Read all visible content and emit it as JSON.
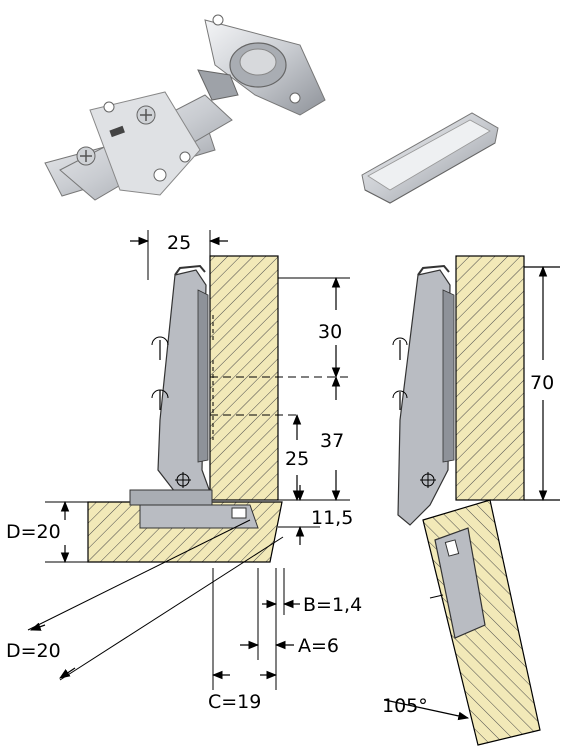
{
  "dimensions": {
    "top_width": "25",
    "upper_spacing": "30",
    "lower_spacing": "37",
    "drill_height": "25",
    "overlay": "11,5",
    "door_thickness": "D=20",
    "door_thickness_diag": "D=20",
    "gap_b": "B=1,4",
    "gap_a": "A=6",
    "cup_c": "C=19",
    "total_height": "70",
    "open_angle": "105°"
  },
  "colors": {
    "wood": "#f2e9b8",
    "wood_hatch": "#3a3a3a",
    "metal": "#b9bcc2",
    "metal_dark": "#7d8188",
    "line": "#000000"
  }
}
